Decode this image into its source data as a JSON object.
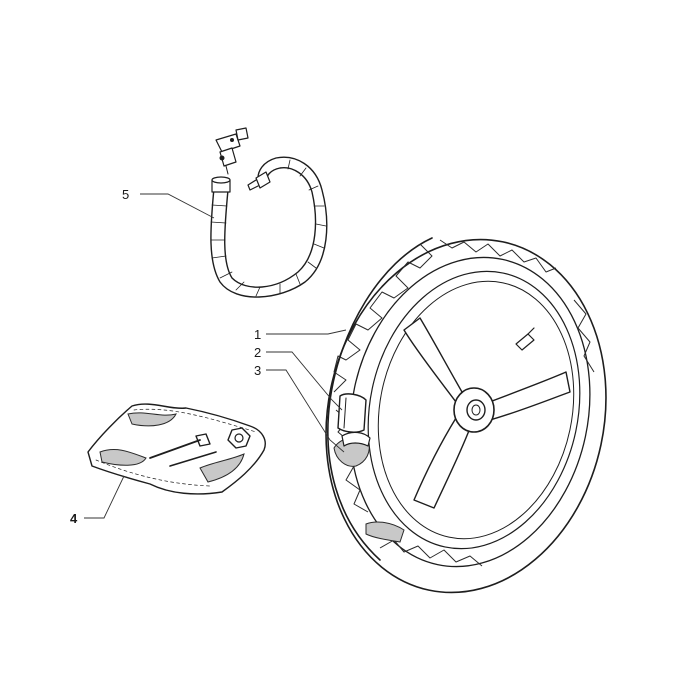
{
  "callouts": [
    {
      "id": "1",
      "label": "1",
      "bold": false
    },
    {
      "id": "2",
      "label": "2",
      "bold": false
    },
    {
      "id": "3",
      "label": "3",
      "bold": false
    },
    {
      "id": "4",
      "label": "4",
      "bold": true
    },
    {
      "id": "5",
      "label": "5",
      "bold": false
    }
  ],
  "parts": [
    {
      "callout": "1",
      "icon": "tire-icon"
    },
    {
      "callout": "2",
      "icon": "inner-tube-icon"
    },
    {
      "callout": "3",
      "icon": "rim-strip-icon"
    },
    {
      "callout": "4",
      "icon": "repair-kit-pouch-icon"
    },
    {
      "callout": "5",
      "icon": "inflation-hose-icon"
    }
  ],
  "colors": {
    "ink": "#1e1e1e",
    "paper": "#ffffff",
    "shade": "#c8c8c8"
  }
}
